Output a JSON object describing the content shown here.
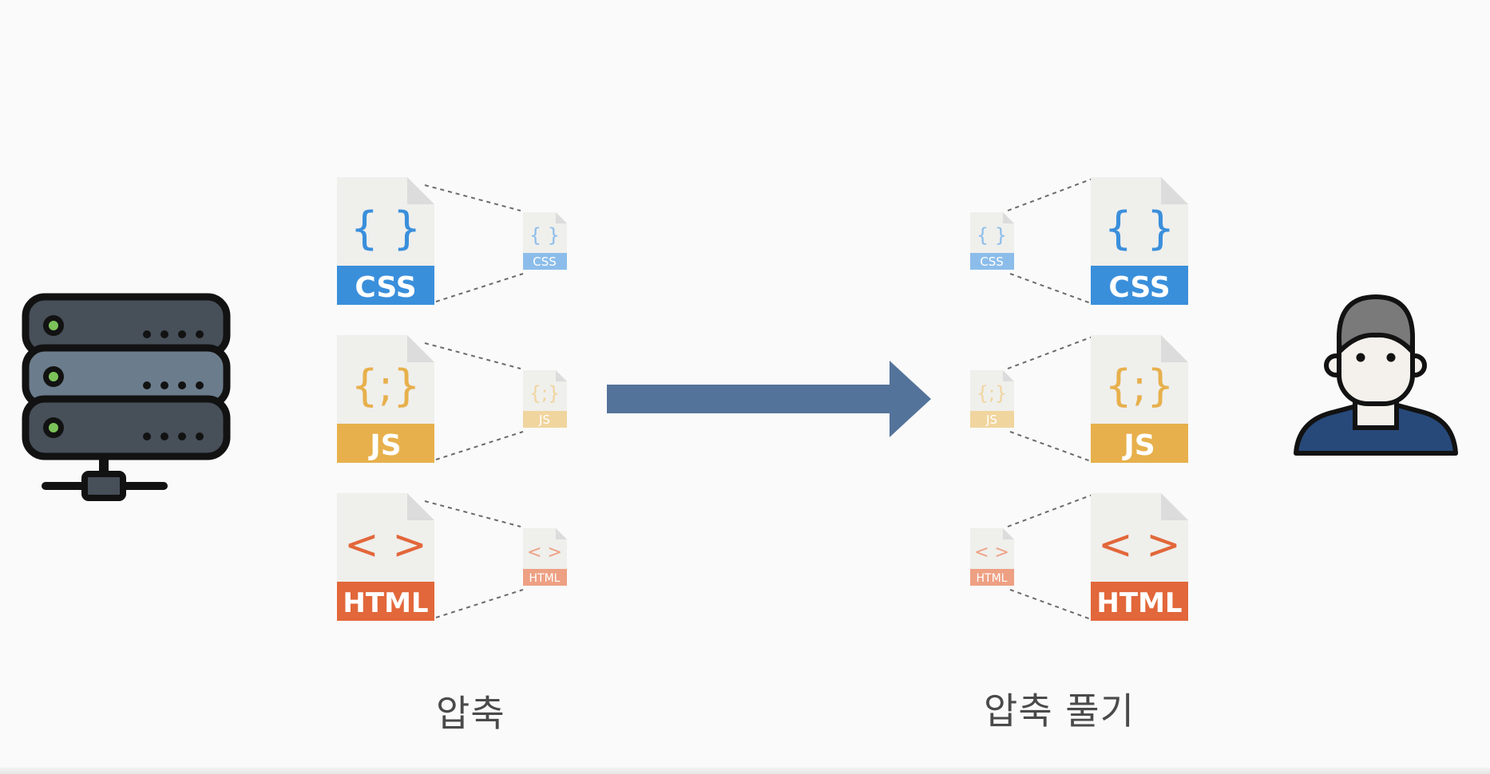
{
  "captions": {
    "compress": "압축",
    "decompress": "압축 풀기"
  },
  "files": [
    {
      "id": "css",
      "label": "CSS",
      "glyph": "{ }",
      "color": "#3a8fdb",
      "icon": "css-file-icon"
    },
    {
      "id": "js",
      "label": "JS",
      "glyph": "{;}",
      "color": "#e7b04c",
      "icon": "js-file-icon"
    },
    {
      "id": "html",
      "label": "HTML",
      "glyph": "< >",
      "color": "#e2673a",
      "icon": "html-file-icon"
    }
  ],
  "colors": {
    "arrow": "#54739a",
    "server_dark": "#474f59",
    "server_mid": "#6b7c8c",
    "server_led": "#7cc25a",
    "user_shirt": "#27497a",
    "user_hair": "#7a7a7a",
    "page_fold": "#dcdcdc",
    "page_body": "#efefec"
  },
  "icons": [
    "server-icon",
    "arrow-right-icon",
    "user-icon"
  ]
}
